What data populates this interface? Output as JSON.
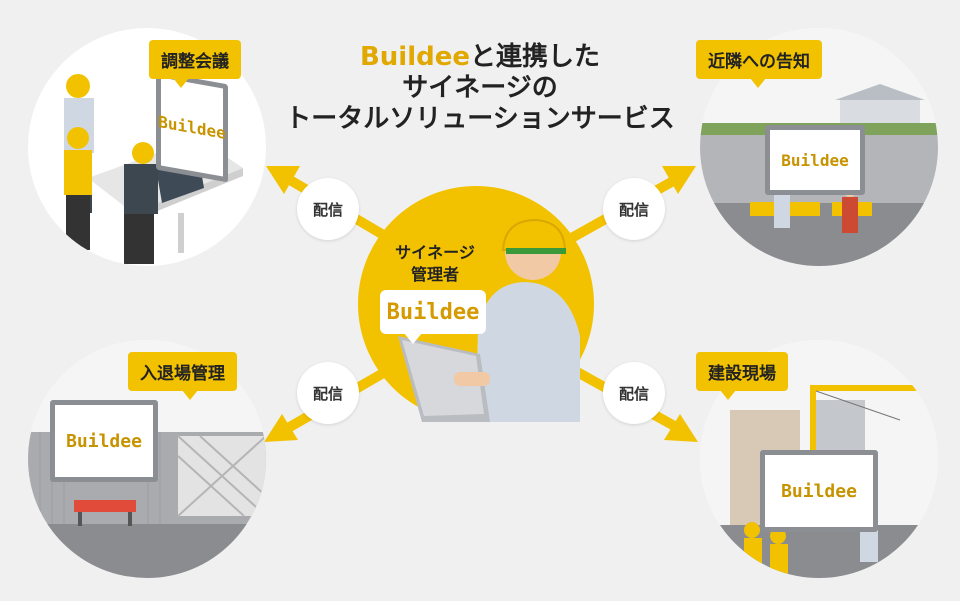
{
  "title": {
    "brand": "Buildee",
    "line1_rest": "と連携した",
    "line2": "サイネージの",
    "line3": "トータルソリューションサービス"
  },
  "center": {
    "label_line1": "サイネージ",
    "label_line2": "管理者",
    "logo": "Buildee"
  },
  "distribute_label": "配信",
  "nodes": {
    "meeting": {
      "label": "調整会議",
      "logo": "Buildee"
    },
    "neighbors": {
      "label": "近隣への告知",
      "logo": "Buildee"
    },
    "entry": {
      "label": "入退場管理",
      "logo": "Buildee"
    },
    "site": {
      "label": "建設現場",
      "logo": "Buildee"
    }
  },
  "colors": {
    "accent": "#f2c200",
    "brand_text": "#e0a800",
    "background": "#f0f0f0"
  }
}
